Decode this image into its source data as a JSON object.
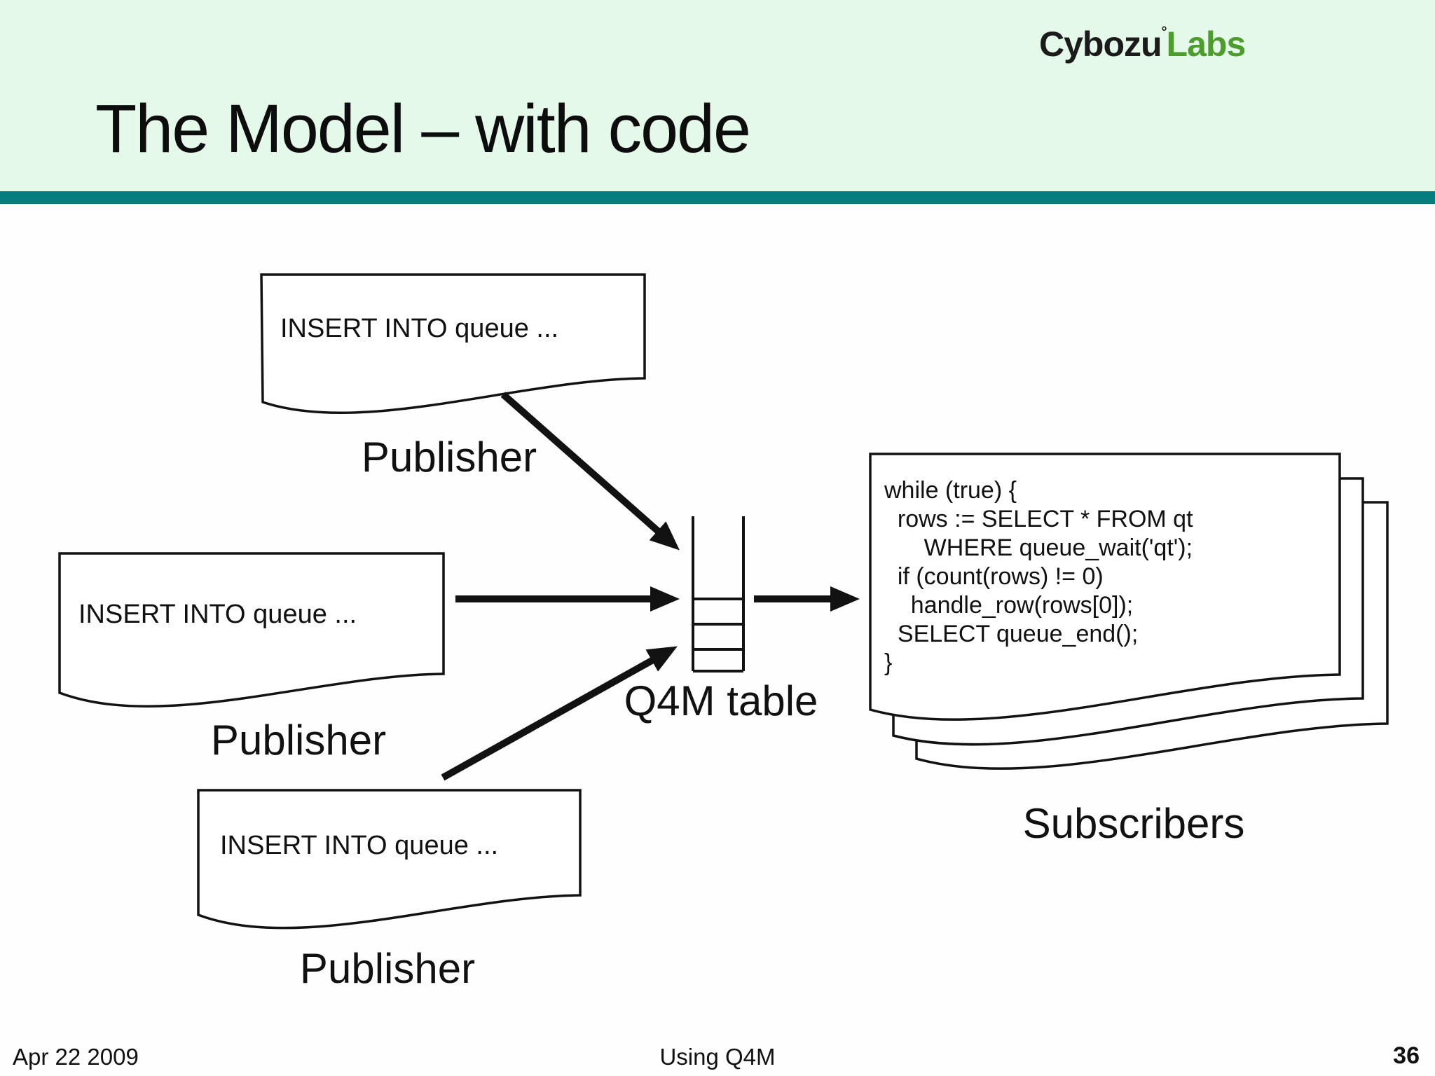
{
  "logo": {
    "brand": "Cybozu",
    "mark": "°",
    "suffix": "Labs"
  },
  "header": {
    "title": "The Model – with code"
  },
  "diagram": {
    "publishers": [
      {
        "box_text": "INSERT INTO queue ...",
        "label": "Publisher"
      },
      {
        "box_text": "INSERT INTO queue ...",
        "label": "Publisher"
      },
      {
        "box_text": "INSERT INTO queue ...",
        "label": "Publisher"
      }
    ],
    "queue": {
      "label": "Q4M table"
    },
    "subscribers": {
      "code": "while (true) {\n  rows := SELECT * FROM qt\n      WHERE queue_wait('qt');\n  if (count(rows) != 0)\n    handle_row(rows[0]);\n  SELECT queue_end();\n}",
      "label": "Subscribers"
    }
  },
  "footer": {
    "date": "Apr 22 2009",
    "center": "Using Q4M",
    "page": "36"
  },
  "colors": {
    "header_bg": "#e4f9ea",
    "divider_teal": "#067e80",
    "labs_green": "#4e9c2e",
    "ink": "#111111",
    "canvas": "#fdfefd"
  }
}
